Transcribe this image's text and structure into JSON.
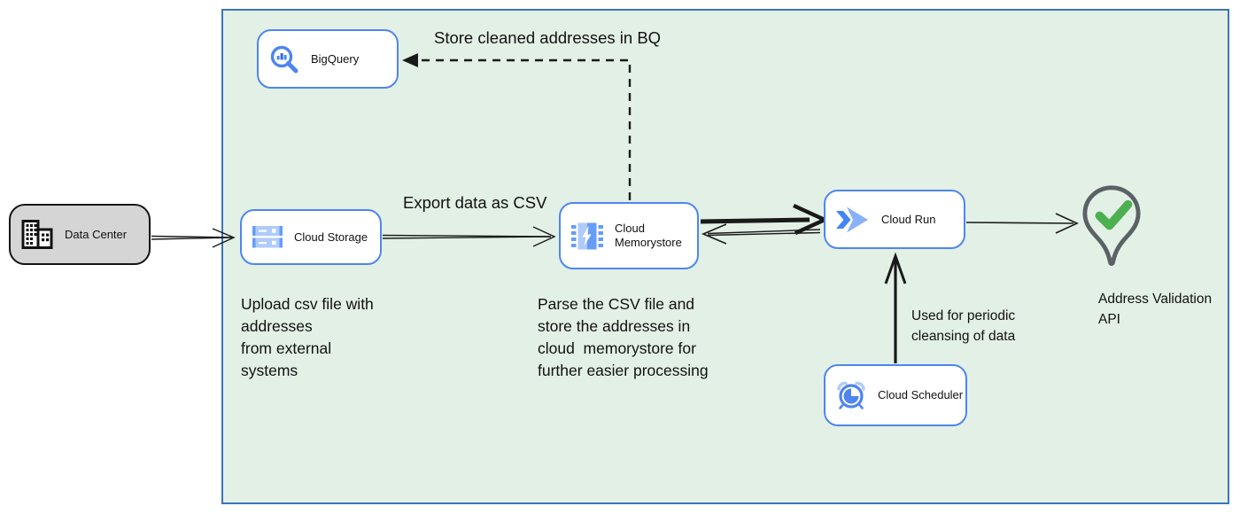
{
  "nodes": [
    {
      "id": "data-center",
      "label": "Data Center",
      "icon": "building-icon"
    },
    {
      "id": "bigquery",
      "label": "BigQuery",
      "icon": "bigquery-icon"
    },
    {
      "id": "cloud-storage",
      "label": "Cloud Storage",
      "icon": "cloud-storage-icon"
    },
    {
      "id": "cloud-memorystore",
      "label": "Cloud Memorystore",
      "icon": "memorystore-icon"
    },
    {
      "id": "cloud-run",
      "label": "Cloud Run",
      "icon": "cloud-run-icon"
    },
    {
      "id": "cloud-scheduler",
      "label": "Cloud Scheduler",
      "icon": "alarm-clock-icon"
    },
    {
      "id": "address-validation",
      "label": "Address Validation\nAPI",
      "icon": "map-pin-check-icon"
    }
  ],
  "edge_labels": {
    "store_bq": "Store cleaned addresses in BQ",
    "export_csv": "Export data as CSV",
    "periodic": "Used for periodic\ncleansing of data"
  },
  "notes": {
    "upload": "Upload csv file with\naddresses\nfrom external\nsystems",
    "parse": "Parse the CSV file and\nstore the addresses in\ncloud  memorystore for\nfurther easier processing"
  },
  "colors": {
    "container_fill": "#e3f0e6",
    "container_border": "#3a76bc",
    "node_border": "#4d86ee",
    "node_fill": "#ffffff",
    "datacenter_fill": "#d5d5d5",
    "datacenter_border": "#141414",
    "icon_blue": "#4e85ee",
    "icon_blue_light": "#aecbfa",
    "icon_blue_mid": "#669df6",
    "check_green": "#4caf50",
    "pin_outline": "#5b6265",
    "edge_color": "#1a1a1a"
  }
}
